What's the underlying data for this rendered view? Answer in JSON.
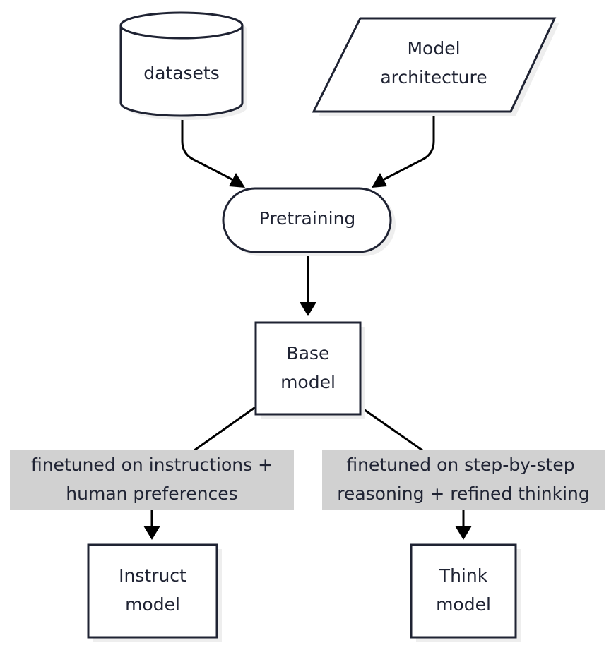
{
  "colors": {
    "node_fill": "#ffffff",
    "node_stroke": "#1f2333",
    "edge": "#000000",
    "edge_label_bg": "#d1d1d1",
    "shadow": "#eeeeee",
    "text": "#1f2333"
  },
  "nodes": {
    "datasets": {
      "shape": "cylinder",
      "lines": [
        "datasets"
      ]
    },
    "architecture": {
      "shape": "parallelogram",
      "lines": [
        "Model",
        "architecture"
      ]
    },
    "pretraining": {
      "shape": "stadium",
      "lines": [
        "Pretraining"
      ]
    },
    "base": {
      "shape": "rectangle",
      "lines": [
        "Base",
        "model"
      ]
    },
    "instruct": {
      "shape": "rectangle",
      "lines": [
        "Instruct",
        "model"
      ]
    },
    "think": {
      "shape": "rectangle",
      "lines": [
        "Think",
        "model"
      ]
    }
  },
  "edges": [
    {
      "from": "datasets",
      "to": "pretraining",
      "label": []
    },
    {
      "from": "architecture",
      "to": "pretraining",
      "label": []
    },
    {
      "from": "pretraining",
      "to": "base",
      "label": []
    },
    {
      "from": "base",
      "to": "instruct",
      "label": [
        "finetuned on instructions +",
        "human preferences"
      ]
    },
    {
      "from": "base",
      "to": "think",
      "label": [
        "finetuned on step-by-step",
        "reasoning + refined thinking"
      ]
    }
  ]
}
